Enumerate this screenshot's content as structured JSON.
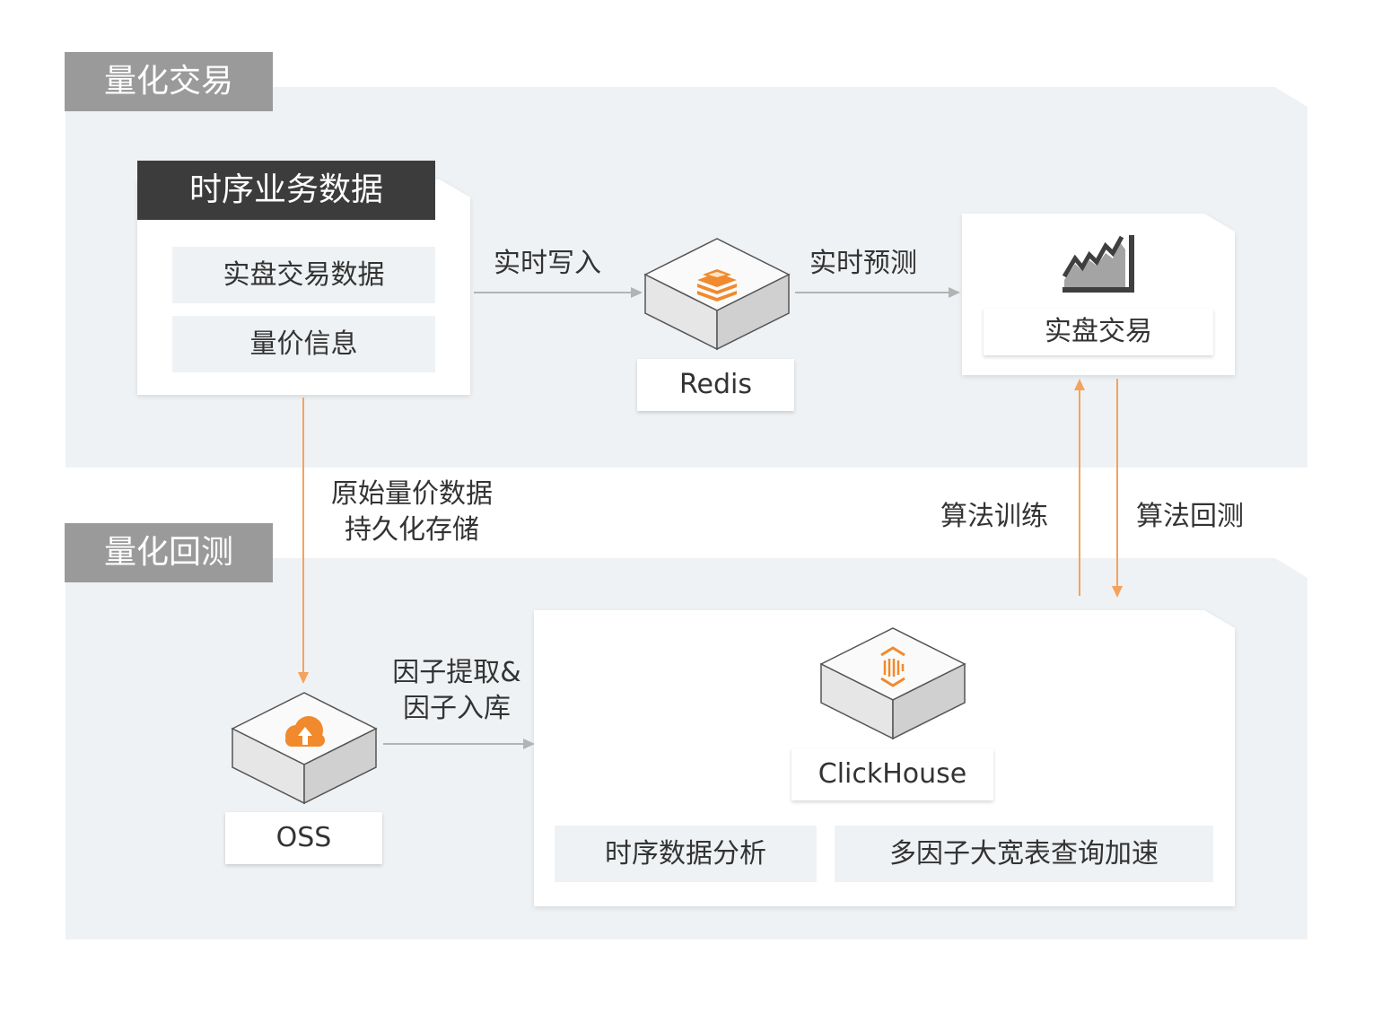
{
  "sections": {
    "trading": {
      "title": "量化交易"
    },
    "backtest": {
      "title": "量化回测"
    }
  },
  "source": {
    "title": "时序业务数据",
    "items": [
      "实盘交易数据",
      "量价信息"
    ]
  },
  "nodes": {
    "redis": {
      "label": "Redis",
      "icon": "redis-stack-icon"
    },
    "oss": {
      "label": "OSS",
      "icon": "cloud-upload-icon"
    },
    "clickhouse": {
      "label": "ClickHouse",
      "icon": "clickhouse-bars-icon"
    },
    "live_trading": {
      "label": "实盘交易",
      "icon": "stock-chart-icon"
    }
  },
  "clickhouse_features": [
    "时序数据分析",
    "多因子大宽表查询加速"
  ],
  "edges": {
    "realtime_write": "实时写入",
    "realtime_predict": "实时预测",
    "persist": "原始量价数据\n持久化存储",
    "factor": "因子提取&\n因子入库",
    "algo_train": "算法训练",
    "algo_backtest": "算法回测"
  },
  "colors": {
    "accent": "#f5a25d",
    "icon_orange": "#f08a2c",
    "dark_title": "#3c3c3c",
    "panel": "#eff2f4",
    "tag": "#9a9a9a",
    "gray_arrow": "#b3b3b3"
  }
}
